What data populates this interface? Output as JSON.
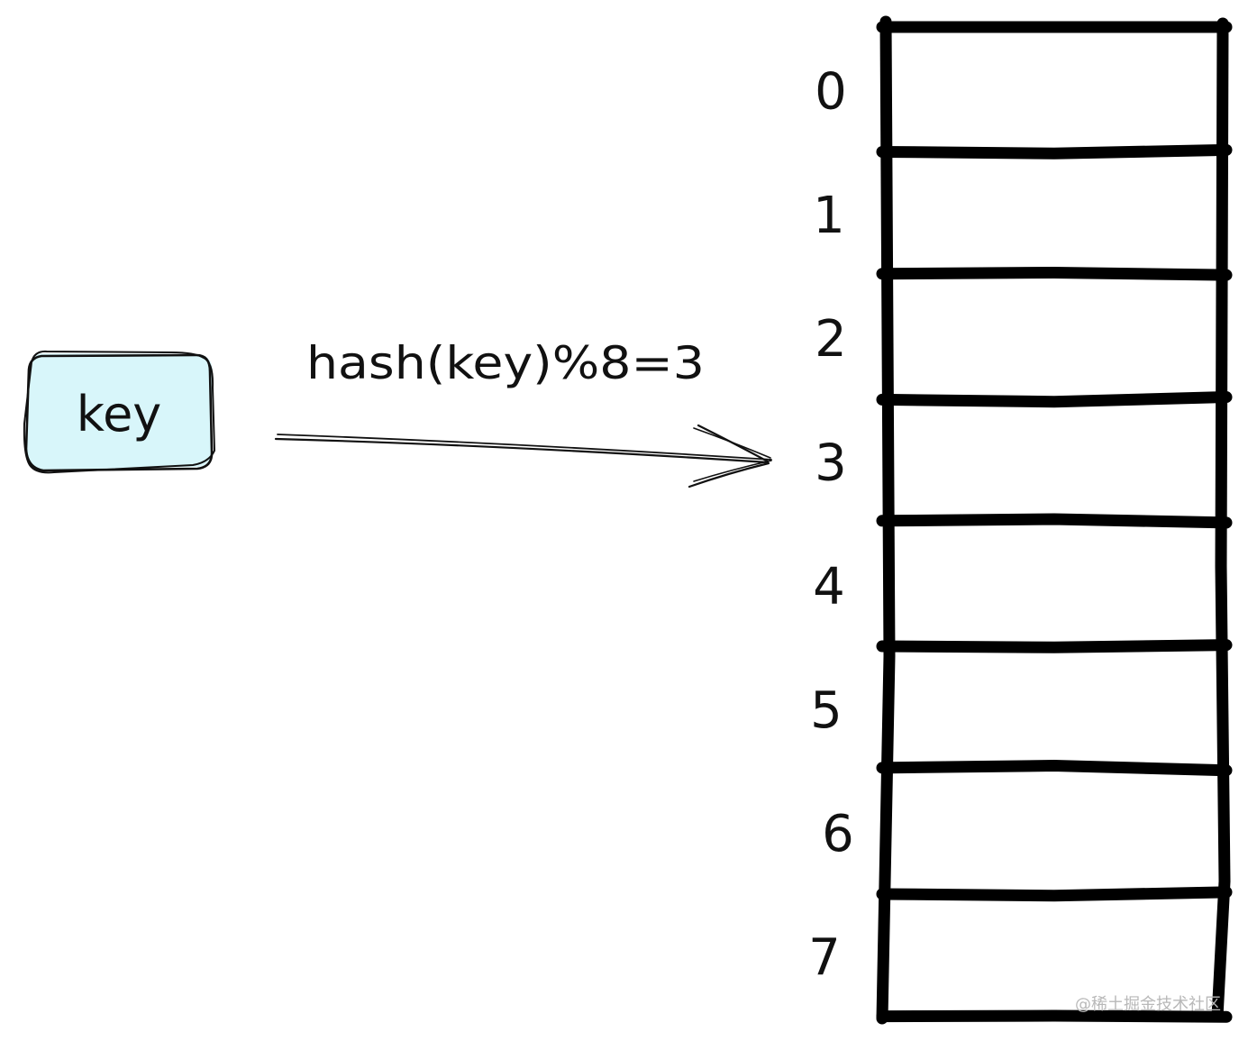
{
  "key_box": {
    "label": "key",
    "fill": "#d8f6fa",
    "stroke": "#111111"
  },
  "operation": {
    "label": "hash(key)%8=3",
    "target_index": 3
  },
  "array": {
    "indexes": [
      "0",
      "1",
      "2",
      "3",
      "4",
      "5",
      "6",
      "7"
    ],
    "stroke": "#000000"
  },
  "watermark": {
    "text": "@稀土掘金技术社区"
  }
}
